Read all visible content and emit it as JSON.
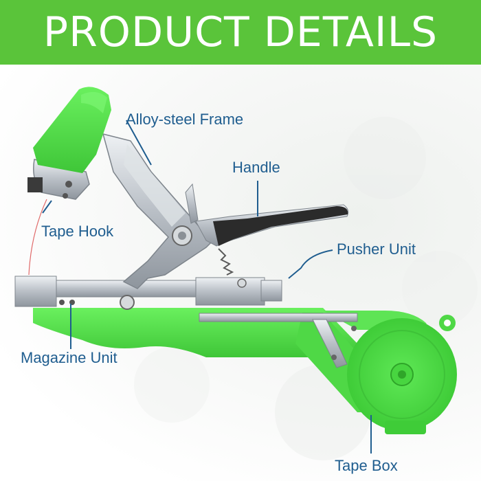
{
  "banner": {
    "title": "PRODUCT DETAILS",
    "color": "#5ac43a",
    "text_color": "#ffffff"
  },
  "callouts": [
    {
      "id": "frame",
      "label": "Alloy-steel Frame"
    },
    {
      "id": "handle",
      "label": "Handle"
    },
    {
      "id": "tape-hook",
      "label": "Tape Hook"
    },
    {
      "id": "pusher",
      "label": "Pusher Unit"
    },
    {
      "id": "magazine",
      "label": "Magazine Unit"
    },
    {
      "id": "tape-box",
      "label": "Tape Box"
    }
  ],
  "colors": {
    "label": "#1f5d8f",
    "plastic_green": "#52e24a",
    "metal": "#c9ced3",
    "handle_grip": "#2b2b2b"
  }
}
